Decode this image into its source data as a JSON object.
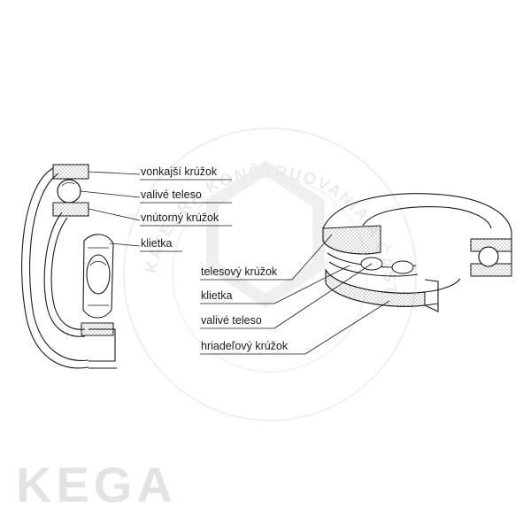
{
  "watermark": {
    "ring_text_top": "KATEDRA KONŠTRUOVANIA A ČASTÍ STROJOV",
    "brand": "KEGA"
  },
  "radial_bearing": {
    "labels": {
      "outer_ring": "vonkajší krúžok",
      "rolling_element": "valivé teleso",
      "inner_ring": "vnútorný krúžok",
      "cage": "klietka"
    }
  },
  "thrust_bearing": {
    "labels": {
      "housing_ring": "telesový krúžok",
      "cage": "klietka",
      "rolling_element": "valivé teleso",
      "shaft_ring": "hriadeľový krúžok"
    }
  },
  "colors": {
    "line": "#1a1a1a",
    "watermark": "#ececec",
    "brand": "#e3e3e3"
  }
}
